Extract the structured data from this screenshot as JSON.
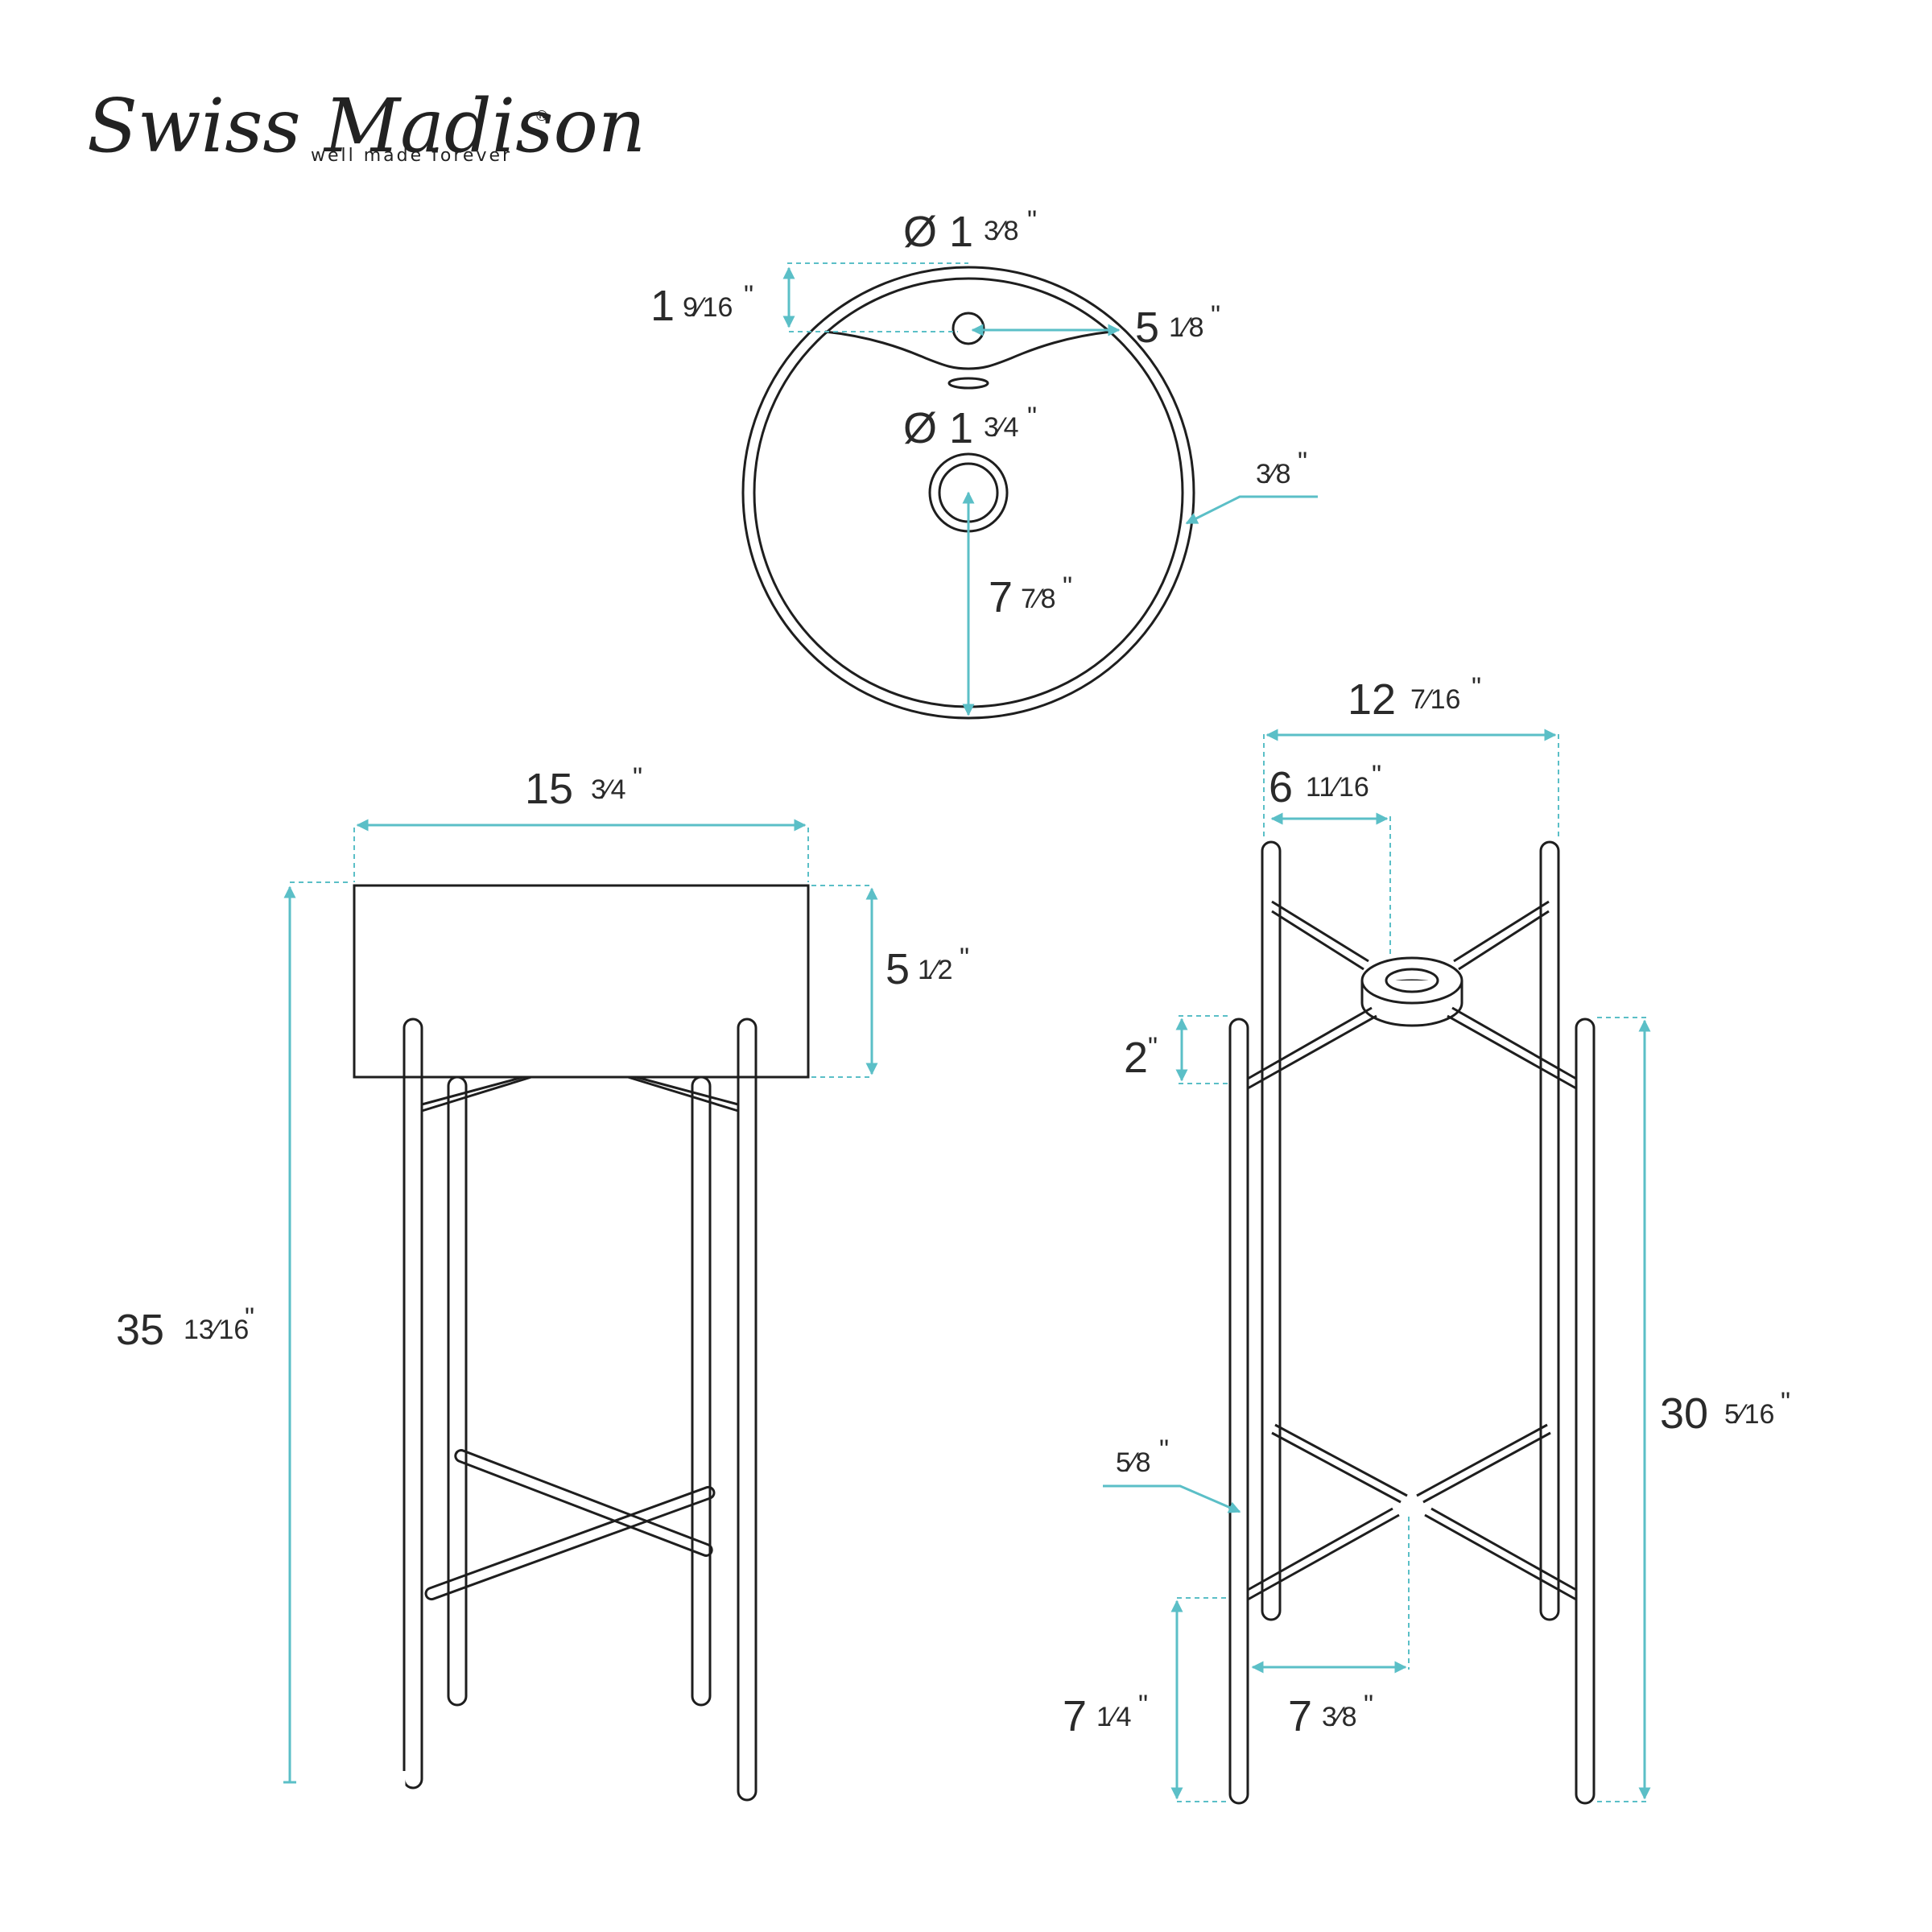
{
  "brand": {
    "name": "Swiss Madison",
    "registered_mark": "®",
    "tagline": "well made forever"
  },
  "colors": {
    "dimension_lines": "#5bbfc7",
    "outline": "#1e1e1e",
    "text": "#2a2a2a"
  },
  "top_view": {
    "faucet_hole_diameter": {
      "whole": "Ø 1",
      "fraction": "3⁄8",
      "unit": "\""
    },
    "faucet_hole_offset": {
      "whole": "1",
      "fraction": "9⁄16",
      "unit": "\""
    },
    "faucet_to_rim": {
      "whole": "5",
      "fraction": "1⁄8",
      "unit": "\""
    },
    "drain_diameter": {
      "whole": "Ø 1",
      "fraction": "3⁄4",
      "unit": "\""
    },
    "rim_thickness": {
      "whole": "",
      "fraction": "3⁄8",
      "unit": "\""
    },
    "drain_to_front": {
      "whole": "7",
      "fraction": "7⁄8",
      "unit": "\""
    }
  },
  "front_view": {
    "basin_width": {
      "whole": "15",
      "fraction": "3⁄4",
      "unit": "\""
    },
    "basin_height": {
      "whole": "5",
      "fraction": "1⁄2",
      "unit": "\""
    },
    "overall_height": {
      "whole": "35",
      "fraction": "13⁄16",
      "unit": "\""
    }
  },
  "side_view": {
    "frame_width": {
      "whole": "12",
      "fraction": "7⁄16",
      "unit": "\""
    },
    "ring_offset": {
      "whole": "6",
      "fraction": "11⁄16",
      "unit": "\""
    },
    "ring_height": {
      "whole": "2",
      "fraction": "",
      "unit": "\""
    },
    "leg_diameter": {
      "whole": "",
      "fraction": "5⁄8",
      "unit": "\""
    },
    "stretcher_height": {
      "whole": "7",
      "fraction": "1⁄4",
      "unit": "\""
    },
    "stretcher_offset": {
      "whole": "7",
      "fraction": "3⁄8",
      "unit": "\""
    },
    "leg_height": {
      "whole": "30",
      "fraction": "5⁄16",
      "unit": "\""
    }
  }
}
